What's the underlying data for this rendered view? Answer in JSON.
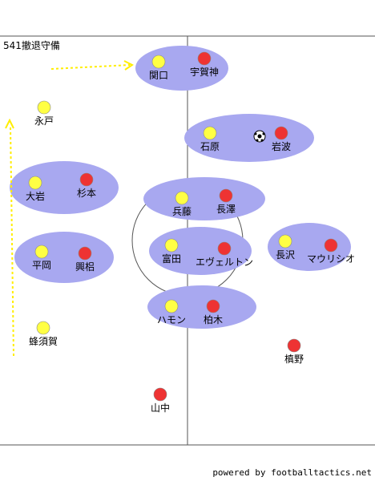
{
  "title": "541撤退守備",
  "credit": "powered by footballtactics.net",
  "colors": {
    "team_yellow": "#ffff44",
    "team_red": "#ee3333",
    "zone": "#a8a8f0",
    "arrow": "#ffee00",
    "line": "#555555"
  },
  "players": [
    {
      "name": "関口",
      "team": "yellow"
    },
    {
      "name": "宇賀神",
      "team": "red"
    },
    {
      "name": "永戸",
      "team": "yellow"
    },
    {
      "name": "石原",
      "team": "yellow"
    },
    {
      "name": "岩波",
      "team": "red"
    },
    {
      "name": "大岩",
      "team": "yellow"
    },
    {
      "name": "杉本",
      "team": "red"
    },
    {
      "name": "兵藤",
      "team": "yellow"
    },
    {
      "name": "長澤",
      "team": "red"
    },
    {
      "name": "平岡",
      "team": "yellow"
    },
    {
      "name": "興梠",
      "team": "red"
    },
    {
      "name": "富田",
      "team": "yellow"
    },
    {
      "name": "エヴェルトン",
      "team": "red"
    },
    {
      "name": "長沢",
      "team": "yellow"
    },
    {
      "name": "マウリシオ",
      "team": "red"
    },
    {
      "name": "ハモン",
      "team": "yellow"
    },
    {
      "name": "柏木",
      "team": "red"
    },
    {
      "name": "蜂須賀",
      "team": "yellow"
    },
    {
      "name": "槙野",
      "team": "red"
    },
    {
      "name": "山中",
      "team": "red"
    }
  ]
}
